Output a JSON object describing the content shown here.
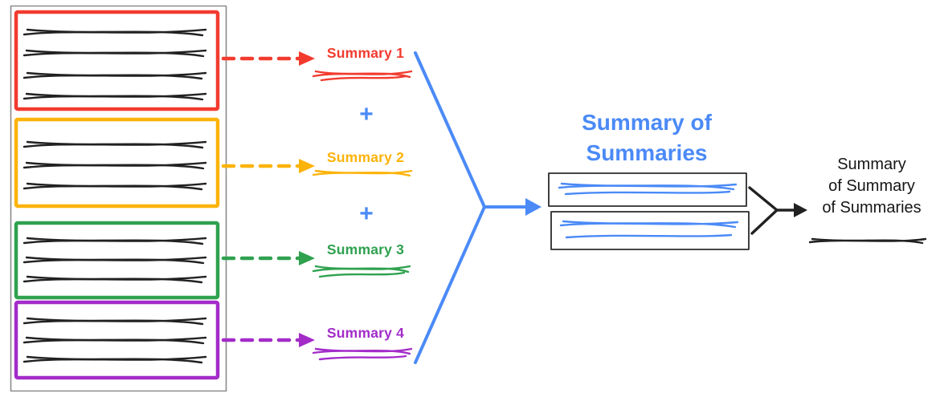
{
  "colors": {
    "red": "#f23b2f",
    "yellow": "#fcb30a",
    "green": "#2fa14f",
    "purple": "#a32cc9",
    "blue": "#4b8af7",
    "ink": "#212121",
    "box_border": "#2b2b2b",
    "panel_border": "#8c8c8c"
  },
  "summaries": [
    {
      "label": "Summary 1",
      "color": "#f23b2f"
    },
    {
      "label": "Summary 2",
      "color": "#fcb30a"
    },
    {
      "label": "Summary 3",
      "color": "#2fa14f"
    },
    {
      "label": "Summary 4",
      "color": "#a32cc9"
    }
  ],
  "plus_sign": "+",
  "merge_heading": {
    "lines": [
      "Summary of",
      "Summaries"
    ]
  },
  "final_heading": {
    "lines": [
      "Summary",
      "of Summary",
      "of Summaries"
    ]
  }
}
